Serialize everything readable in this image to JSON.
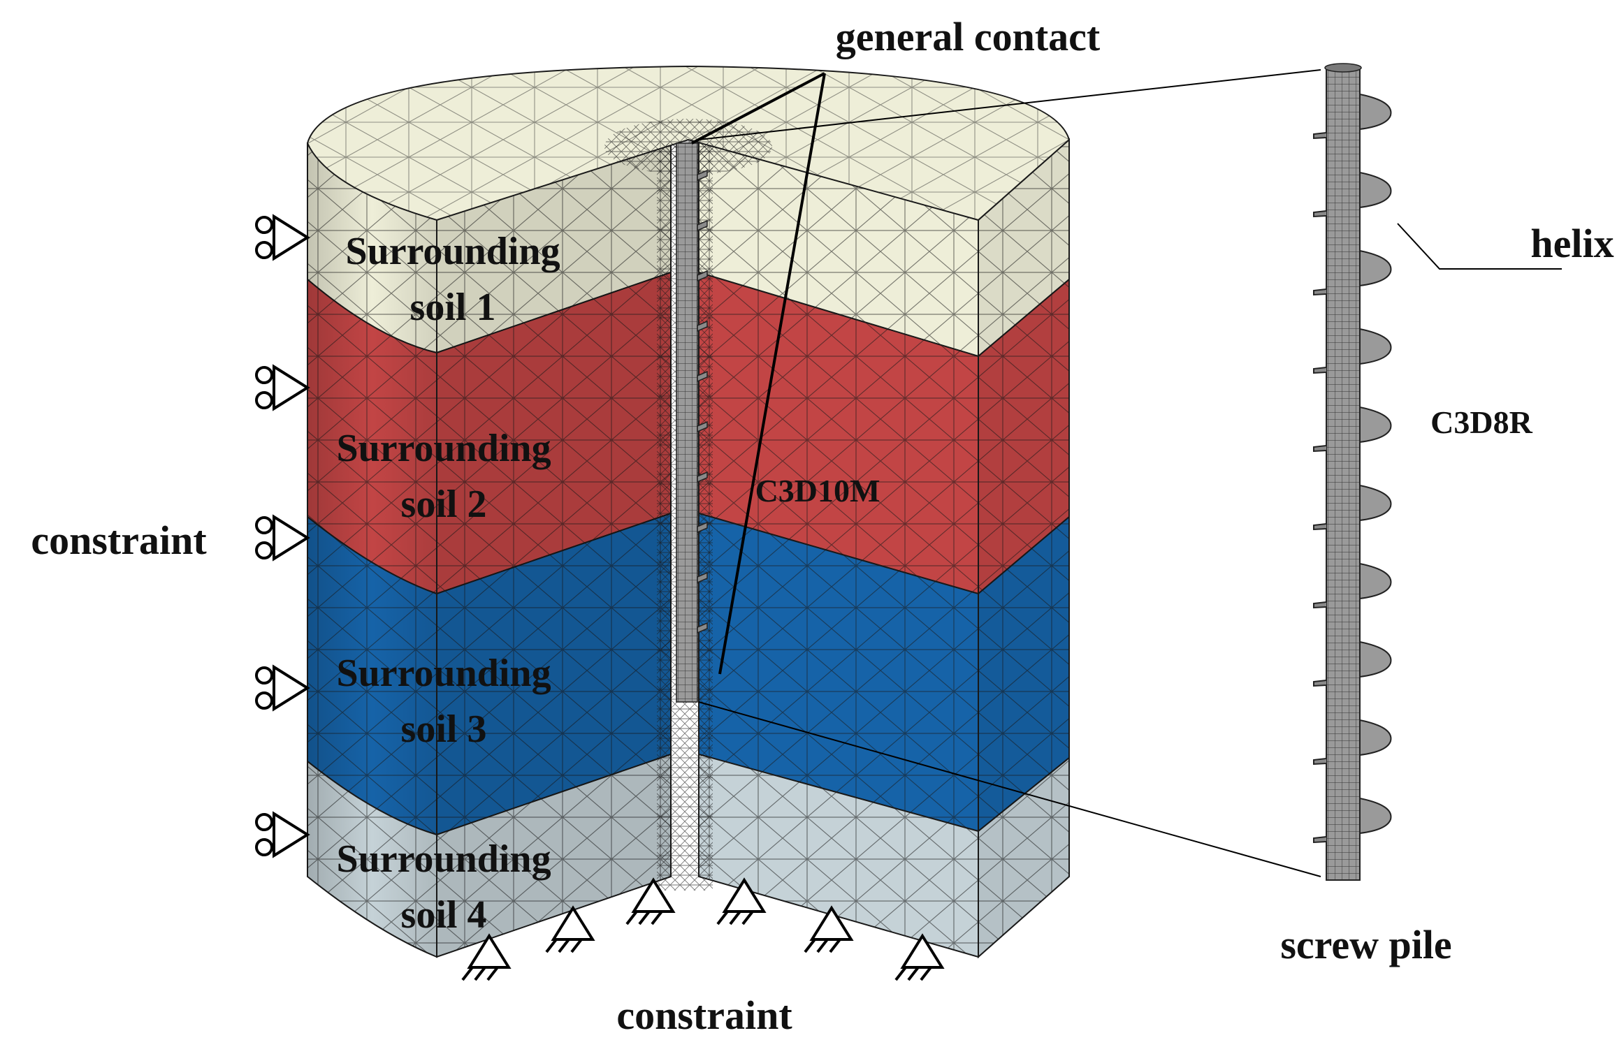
{
  "labels": {
    "general_contact": "general contact",
    "soil_1": [
      "Surrounding",
      "soil 1"
    ],
    "soil_2": [
      "Surrounding",
      "soil 2"
    ],
    "soil_3": [
      "Surrounding",
      "soil 3"
    ],
    "soil_4": [
      "Surrounding",
      "soil 4"
    ],
    "constraint_side": "constraint",
    "constraint_bottom": "constraint",
    "soil_element": "C3D10M",
    "pile_element": "C3D8R",
    "helix": "helix",
    "screw_pile": "screw pile"
  },
  "colors": {
    "soil_1": "#eeeed8",
    "soil_2": "#c24545",
    "soil_3": "#1663a8",
    "soil_4": "#c5d2d7",
    "pile": "#8c8c8c",
    "mesh_line": "#1a1a1a",
    "background": "#ffffff"
  }
}
